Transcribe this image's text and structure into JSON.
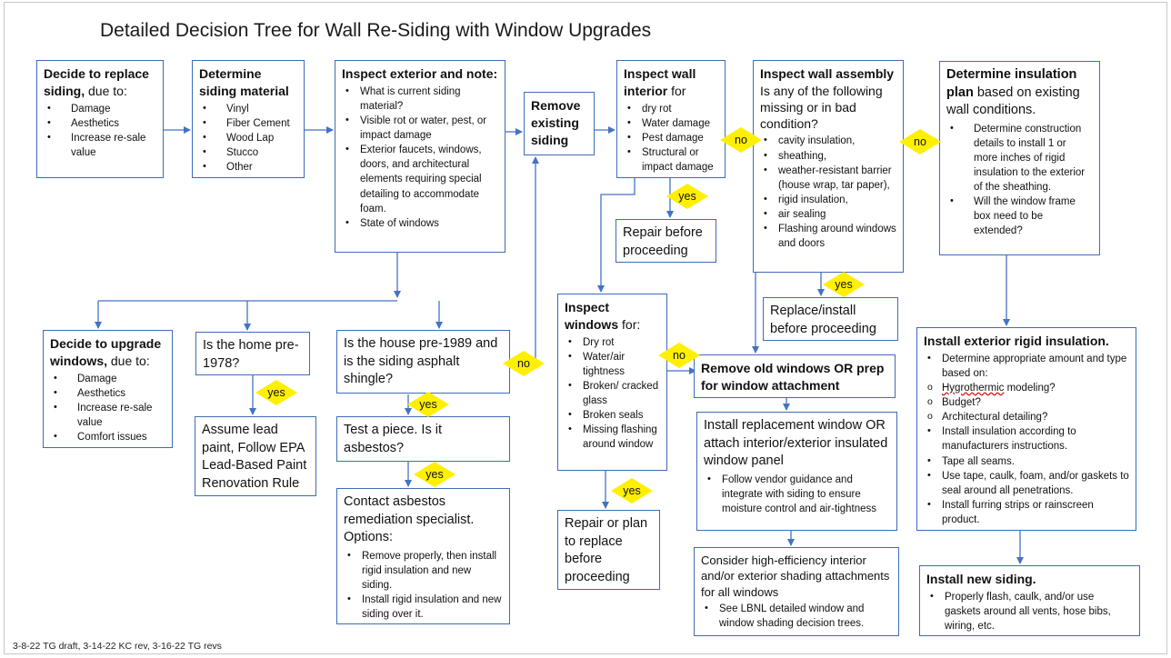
{
  "title": "Detailed Decision Tree for Wall Re-Siding with Window Upgrades",
  "footer": "3-8-22 TG draft, 3-14-22 KC rev, 3-16-22 TG revs",
  "labels": {
    "yes": "yes",
    "no": "no"
  },
  "boxes": {
    "replace_siding": {
      "heading": "Decide to replace siding,",
      "heading_tail": " due to:",
      "items": [
        "Damage",
        "Aesthetics",
        "Increase re-sale value"
      ]
    },
    "siding_material": {
      "heading": "Determine siding material",
      "items": [
        "Vinyl",
        "Fiber Cement",
        "Wood Lap",
        "Stucco",
        "Other"
      ]
    },
    "inspect_exterior": {
      "heading": "Inspect exterior and note:",
      "items": [
        "What is current siding material?",
        "Visible rot or water, pest, or impact damage",
        "Exterior faucets, windows, doors, and architectural elements requiring special detailing to accommodate foam.",
        "State of windows"
      ]
    },
    "remove_siding": {
      "heading": "Remove existing siding"
    },
    "inspect_wall_interior": {
      "heading": "Inspect wall interior",
      "heading_tail": " for",
      "items": [
        "dry rot",
        "Water damage",
        "Pest damage",
        "Structural or impact damage"
      ]
    },
    "repair_before": {
      "text": "Repair before proceeding"
    },
    "inspect_wall_assembly": {
      "heading": "Inspect wall assembly",
      "subtext": "Is any of the following missing or in bad condition?",
      "items": [
        "cavity insulation,",
        "sheathing,",
        "weather-resistant barrier (house wrap, tar paper),",
        "rigid insulation,",
        "air sealing",
        "Flashing around windows and doors"
      ]
    },
    "replace_install": {
      "text": "Replace/install before proceeding"
    },
    "insulation_plan": {
      "heading": "Determine insulation plan",
      "heading_tail": " based on existing wall conditions.",
      "items": [
        "Determine construction details to install 1 or more inches of rigid insulation to the exterior of the sheathing.",
        "Will the window frame box need to be extended?"
      ]
    },
    "upgrade_windows": {
      "heading": "Decide to upgrade windows,",
      "heading_tail": " due to:",
      "items": [
        "Damage",
        "Aesthetics",
        "Increase re-sale value",
        "Comfort issues"
      ]
    },
    "pre_1978": {
      "text": "Is the home pre-1978?"
    },
    "lead_paint": {
      "text": "Assume lead paint, Follow EPA Lead-Based Paint Renovation Rule"
    },
    "pre_1989": {
      "text": "Is the house pre-1989 and is the siding asphalt shingle?"
    },
    "test_piece": {
      "text": "Test a piece. Is it asbestos?"
    },
    "asbestos": {
      "text": "Contact asbestos remediation specialist.",
      "subtext": "Options:",
      "items": [
        "Remove properly, then install rigid insulation and new siding.",
        "Install rigid insulation and new siding over it."
      ]
    },
    "inspect_windows": {
      "heading": "Inspect windows",
      "heading_tail": " for:",
      "items": [
        "Dry rot",
        "Water/air tightness",
        "Broken/ cracked glass",
        "Broken seals",
        "Missing flashing around window"
      ]
    },
    "repair_replace": {
      "text": "Repair or plan to replace before proceeding"
    },
    "remove_old_windows": {
      "heading": "Remove old windows OR prep for window attachment"
    },
    "install_replacement": {
      "text": "Install replacement window OR attach interior/exterior insulated window panel",
      "items": [
        "Follow vendor guidance and integrate with siding to ensure moisture control and air-tightness"
      ]
    },
    "shading": {
      "text": "Consider high-efficiency interior and/or exterior shading attachments for all windows",
      "items": [
        "See LBNL detailed window and window shading decision trees."
      ]
    },
    "install_rigid": {
      "heading": "Install exterior rigid insulation.",
      "item0": "Determine appropriate amount and type based on:",
      "sub_item0": "Hygrothermic",
      "sub_item0_tail": " modeling?",
      "sub_items": [
        "Budget?",
        "Architectural detailing?"
      ],
      "items": [
        "Install insulation according to manufacturers instructions.",
        "Tape all seams.",
        "Use tape, caulk, foam, and/or gaskets to seal around all penetrations.",
        "Install furring strips or rainscreen product."
      ]
    },
    "install_siding": {
      "heading": "Install new siding.",
      "items": [
        "Properly flash, caulk, and/or use gaskets around all vents, hose bibs, wiring, etc."
      ]
    }
  }
}
